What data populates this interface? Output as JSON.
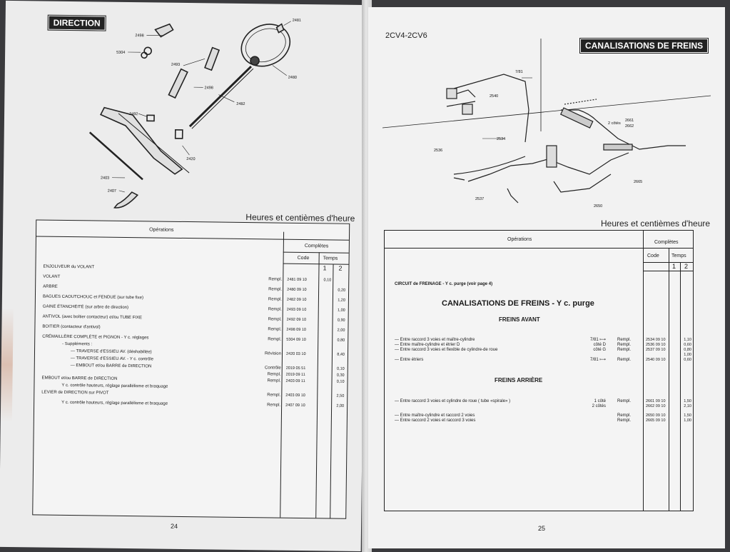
{
  "left": {
    "section_title": "DIRECTION",
    "page_number": "24",
    "units_caption": "Heures et centièmes d'heure",
    "table_header": {
      "operations": "Opérations",
      "completes": "Complètes",
      "code": "Code",
      "temps": "Temps",
      "t1": "1",
      "t2": "2"
    },
    "diagram_labels": [
      "2498",
      "5304",
      "2493",
      "2498",
      "2492",
      "2403",
      "2407",
      "2481",
      "2480",
      "2482",
      "2420"
    ],
    "rows": [
      {
        "op": "ENJOLIVEUR du VOLANT",
        "action": "",
        "code": "",
        "t1": "",
        "t2": ""
      },
      {
        "op": "VOLANT",
        "action": "Rempl.",
        "code": "2481 09 10",
        "t1": "0,10",
        "t2": ""
      },
      {
        "op": "ARBRE",
        "action": "Rempl.",
        "code": "2480 09 10",
        "t1": "",
        "t2": "0,20"
      },
      {
        "op": "BAGUES CAOUTCHOUC et FENDUE (sur tube fixe)",
        "action": "Rempl.",
        "code": "2482 09 10",
        "t1": "",
        "t2": "1,20"
      },
      {
        "op": "GAINE ÉTANCHÉITÉ (sur arbre de direction)",
        "action": "Rempl.",
        "code": "2493 09 10",
        "t1": "",
        "t2": "1,00"
      },
      {
        "op": "ANTIVOL (avec boîtier contacteur) et/ou TUBE FIXE",
        "action": "Rempl.",
        "code": "2492 09 10",
        "t1": "",
        "t2": "0,90"
      },
      {
        "op": "BOITIER (contacteur d'antivol)",
        "action": "Rempl.",
        "code": "2498 09 10",
        "t1": "",
        "t2": "2,00"
      },
      {
        "op": "CRÉMAILLÈRE COMPLÈTE et PIGNON - Y c. réglages",
        "action": "Rempl.",
        "code": "5304 09 10",
        "t1": "",
        "t2": "0,80"
      },
      {
        "op": "- Suppléments :",
        "action": "",
        "code": "",
        "t1": "",
        "t2": ""
      },
      {
        "op": "— TRAVERSE d'ESSIEU AV. (déshabillée)",
        "action": "Révision",
        "code": "2420 03 10",
        "t1": "",
        "t2": "8,40"
      },
      {
        "op": "— TRAVERSE d'ESSIEU AV. - Y c. contrôle",
        "action": "",
        "code": "",
        "t1": "",
        "t2": ""
      },
      {
        "op": "— EMBOUT et/ou BARRE de DIRECTION",
        "action": "Contrôle",
        "code": "2019 05 51",
        "t1": "",
        "t2": "0,10"
      },
      {
        "op": "",
        "action": "Rempl.",
        "code": "2019 09 11",
        "t1": "",
        "t2": "0,30"
      },
      {
        "op": "EMBOUT et/ou BARRE de DIRECTION",
        "action": "Rempl.",
        "code": "2403 09 11",
        "t1": "",
        "t2": "0,10"
      },
      {
        "op": "Y c. contrôle hauteurs, réglage parallélisme et braquage",
        "action": "",
        "code": "",
        "t1": "",
        "t2": ""
      },
      {
        "op": "LEVIER de DIRECTION sur PIVOT",
        "action": "Rempl.",
        "code": "2403 09 10",
        "t1": "",
        "t2": "2,50"
      },
      {
        "op": "Y c. contrôle hauteurs, réglage parallélisme et braquage",
        "action": "Rempl.",
        "code": "2407 09 10",
        "t1": "",
        "t2": "2,00"
      }
    ]
  },
  "right": {
    "model": "2CV4-2CV6",
    "section_title": "CANALISATIONS DE FREINS",
    "page_number": "25",
    "units_caption": "Heures et centièmes d'heure",
    "table_header": {
      "operations": "Opérations",
      "completes": "Complètes",
      "code": "Code",
      "temps": "Temps",
      "t1": "1",
      "t2": "2"
    },
    "diagram_labels": [
      "7/81",
      "2540",
      "2534",
      "2536",
      "2537",
      "2650",
      "2661",
      "2662",
      "2 côtés",
      "2665"
    ],
    "circuit_line": "CIRCUIT de FREINAGE - Y c. purge (voir page 4)",
    "main_heading": "CANALISATIONS DE FREINS - Y c. purge",
    "front_heading": "FREINS AVANT",
    "rear_heading": "FREINS ARRIÈRE",
    "front_rows": [
      {
        "op": "— Entre raccord 3 voies et maître-cylindre",
        "note": "7/81 ⟼",
        "action": "Rempl.",
        "code": "2534 09 10",
        "t2": "1,10"
      },
      {
        "op": "— Entre maître-cylindre et étrier D",
        "note": "côté D",
        "action": "Rempl.",
        "code": "2536 09 10",
        "t2": "0,60"
      },
      {
        "op": "— Entre raccord 3 voies et flexible de cylindre-de roue",
        "note": "côté G",
        "action": "Rempl.",
        "code": "2537 09 10",
        "t2": "0,80"
      },
      {
        "op": "",
        "note": "",
        "action": "",
        "code": "",
        "t2": "1,00"
      },
      {
        "op": "— Entre étriers",
        "note": "7/81 ⟼",
        "action": "Rempl.",
        "code": "2540 09 10",
        "t2": "0,60"
      }
    ],
    "rear_rows": [
      {
        "op": "— Entre raccord 3 voies et cylindre de roue ( tube «spirale» )",
        "note": "1 côté",
        "action": "Rempl.",
        "code": "2661 09 10",
        "t2": "1,50"
      },
      {
        "op": "",
        "note": "2 côtés",
        "action": "",
        "code": "2662 09 10",
        "t2": "2,10"
      },
      {
        "op": "— Entre maître-cylindre et raccord 2 voies",
        "note": "",
        "action": "Rempl.",
        "code": "2650 09 10",
        "t2": "1,50"
      },
      {
        "op": "— Entre raccord 2 voies et raccord 3 voies",
        "note": "",
        "action": "Rempl.",
        "code": "2665 09 10",
        "t2": "1,00"
      }
    ]
  }
}
